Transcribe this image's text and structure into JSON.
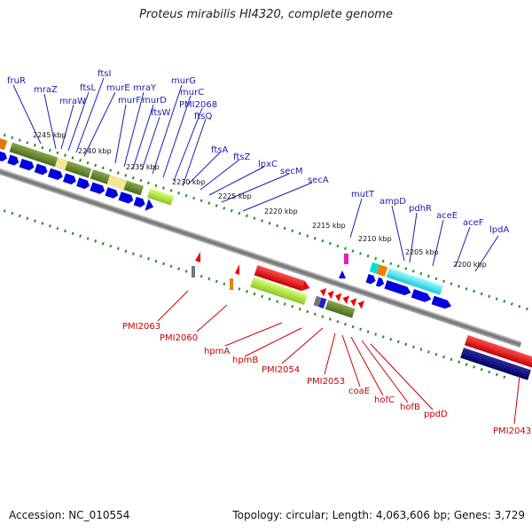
{
  "title": "Proteus mirabilis HI4320, complete genome",
  "footer": {
    "accession": "Accession: NC_010554",
    "topology": "Topology: circular; Length: 4,063,606 bp; Genes: 3,729"
  },
  "scale_labels": [
    "2245 kbp",
    "2240 kbp",
    "2235 kbp",
    "2230 kbp",
    "2225 kbp",
    "2220 kbp",
    "2215 kbp",
    "2210 kbp",
    "2205 kbp",
    "2200 kbp"
  ],
  "forward_genes": [
    "fruR",
    "mraZ",
    "mraW",
    "ftsL",
    "ftsI",
    "murE",
    "murF",
    "mraY",
    "murD",
    "ftsW",
    "murG",
    "murC",
    "PMI2068",
    "ftsQ",
    "ftsA",
    "ftsZ",
    "lpxC",
    "secM",
    "secA",
    "mutT",
    "ampD",
    "pdhR",
    "aceE",
    "aceF",
    "lpdA"
  ],
  "reverse_genes": [
    "PMI2063",
    "PMI2060",
    "hpmA",
    "hpmB",
    "PMI2054",
    "PMI2053",
    "coaE",
    "hofC",
    "hofB",
    "ppdD",
    "PMI2043"
  ],
  "colors": {
    "forward_label": "#1a1ab0",
    "reverse_label": "#c80000",
    "forward_arrow": "#0000e0",
    "reverse_arrow": "#ee0000",
    "scale_tick": "#1f8f1f",
    "backbone": "#888888"
  }
}
